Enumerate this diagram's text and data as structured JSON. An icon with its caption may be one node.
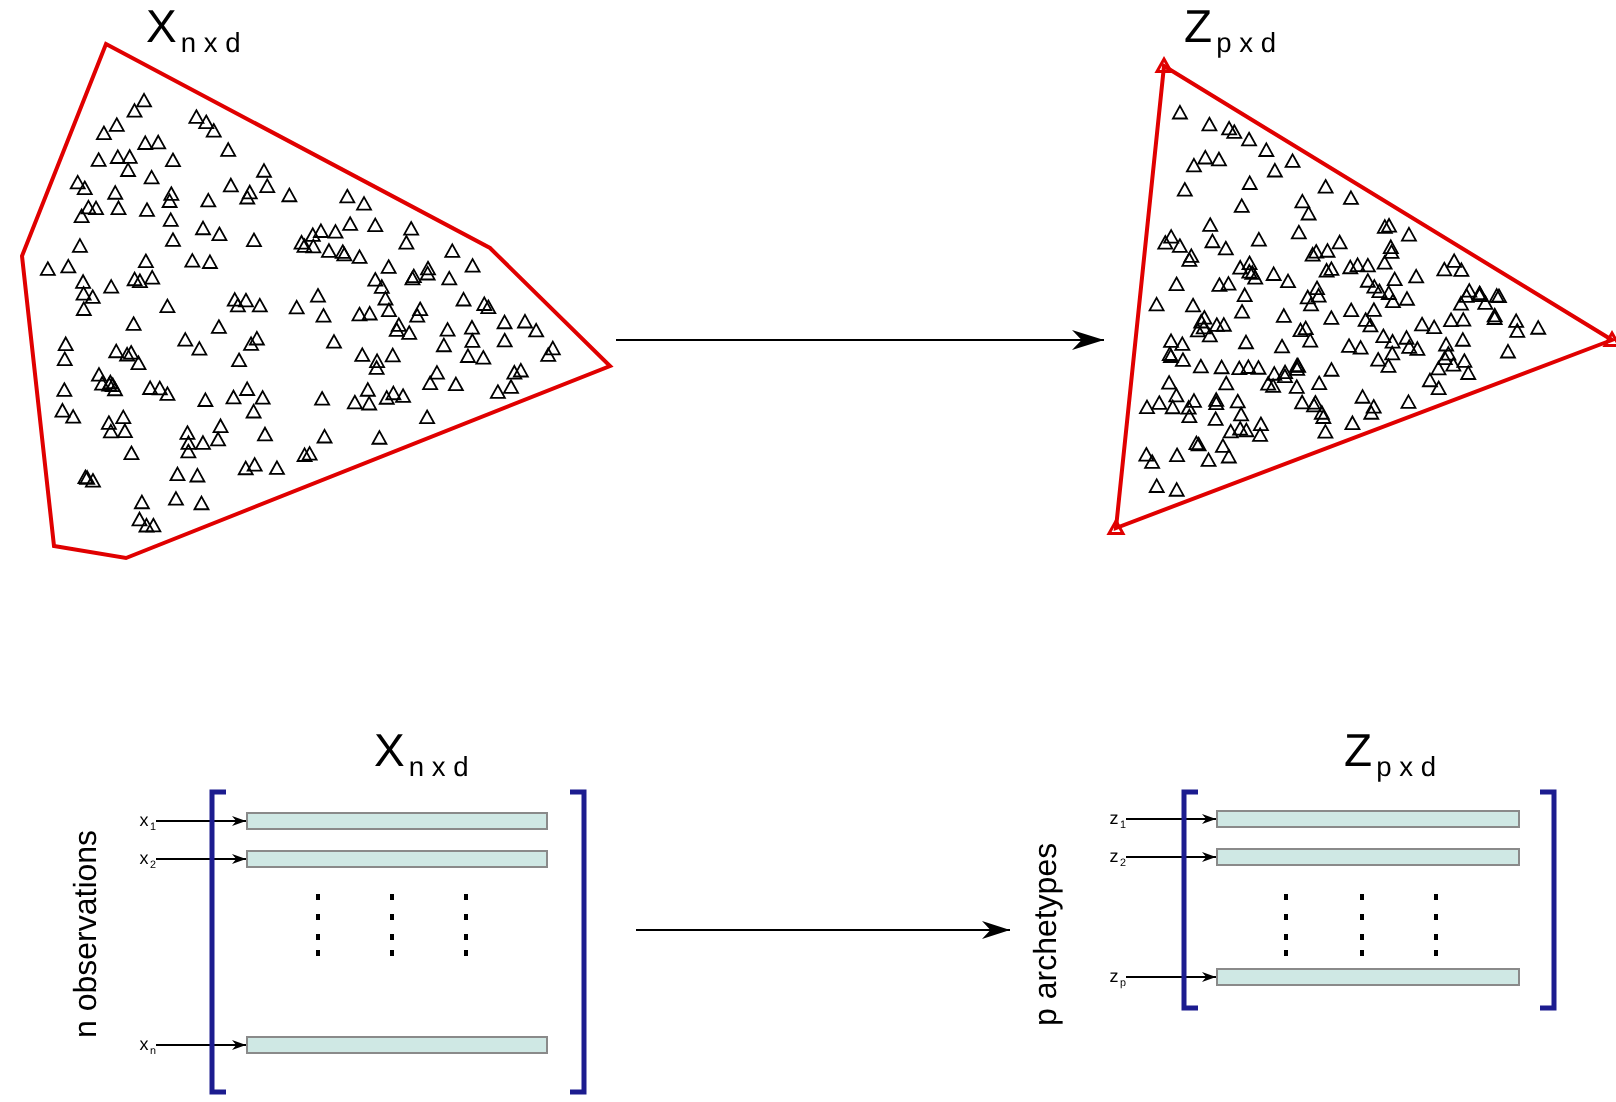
{
  "diagram": {
    "nodes": [
      {
        "text": [
          "X$_{n x d}$"
        ]
      },
      {
        "text": [
          "Z$_{p x d}$"
        ]
      },
      {
        "text": [
          "X$_{n x d}$",
          "n observations"
        ]
      },
      {
        "text": [],
        "shape": "bar",
        "in": 2
      },
      {
        "text": [],
        "shape": "bar",
        "in": 2
      },
      {
        "text": [],
        "shape": "bar",
        "in": 2
      },
      {
        "text": [
          "x$_{1}$"
        ],
        "in": 2
      },
      {
        "text": [
          "x$_{2}$"
        ],
        "in": 2
      },
      {
        "text": [
          "x$_{n}$"
        ],
        "in": 2
      },
      {
        "text": [
          "Z$_{p x d}$",
          "p archetypes"
        ]
      },
      {
        "text": [],
        "shape": "bar",
        "in": 9
      },
      {
        "text": [],
        "shape": "bar",
        "in": 9
      },
      {
        "text": [],
        "shape": "bar",
        "in": 9
      },
      {
        "text": [
          "z$_{1}$"
        ],
        "in": 9
      },
      {
        "text": [
          "z$_{2}$"
        ],
        "in": 9
      },
      {
        "text": [
          "z$_{p}$"
        ],
        "in": 9
      }
    ],
    "edges": [
      {
        "from": 0,
        "to": 1,
        "arrow": "to"
      },
      {
        "from": 6,
        "to": 3,
        "arrow": "to"
      },
      {
        "from": 7,
        "to": 4,
        "arrow": "to"
      },
      {
        "from": 8,
        "to": 5,
        "arrow": "to"
      },
      {
        "from": 2,
        "to": 9,
        "arrow": "to"
      },
      {
        "from": 13,
        "to": 10,
        "arrow": "to"
      },
      {
        "from": 14,
        "to": 11,
        "arrow": "to"
      },
      {
        "from": 15,
        "to": 12,
        "arrow": "to"
      }
    ]
  }
}
